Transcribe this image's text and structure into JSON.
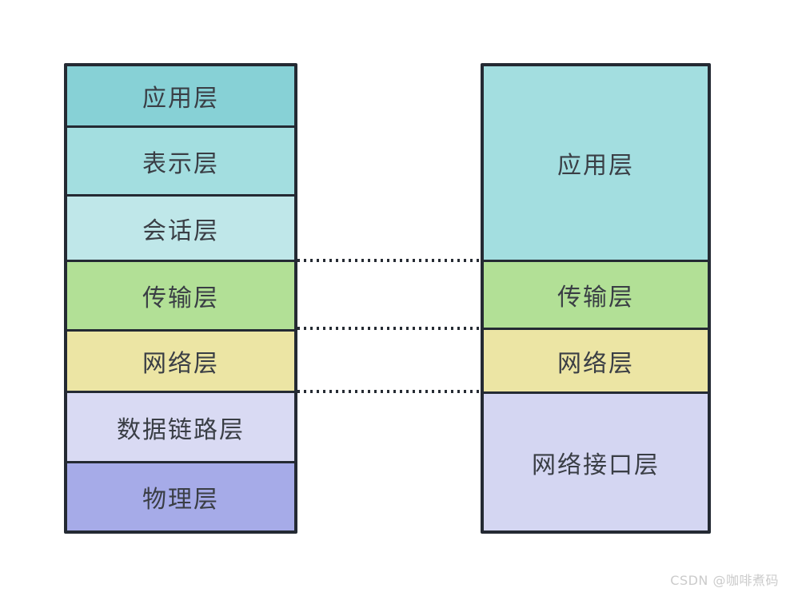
{
  "diagram": {
    "title_semantic": "osi-vs-tcpip-layer-mapping",
    "border_color": "#242a33",
    "connector_color": "#262b33",
    "text_color": "#3a3e45",
    "osi_column": {
      "layers": [
        {
          "label": "应用层",
          "color": "#87d1d6"
        },
        {
          "label": "表示层",
          "color": "#a3dee0"
        },
        {
          "label": "会话层",
          "color": "#bfe7e9"
        },
        {
          "label": "传输层",
          "color": "#b2e096"
        },
        {
          "label": "网络层",
          "color": "#ece5a4"
        },
        {
          "label": "数据链路层",
          "color": "#d9daf3"
        },
        {
          "label": "物理层",
          "color": "#a6abe8"
        }
      ]
    },
    "tcpip_column": {
      "layers": [
        {
          "label": "应用层",
          "color": "#a3dee0",
          "spans_osi_layers": 3
        },
        {
          "label": "传输层",
          "color": "#b2e096",
          "spans_osi_layers": 1
        },
        {
          "label": "网络层",
          "color": "#ece5a4",
          "spans_osi_layers": 1
        },
        {
          "label": "网络接口层",
          "color": "#d4d6f2",
          "spans_osi_layers": 2
        }
      ]
    },
    "connectors_count": 3
  },
  "watermark": {
    "text": "CSDN @咖啡煮码",
    "color": "#cbcbcb"
  }
}
